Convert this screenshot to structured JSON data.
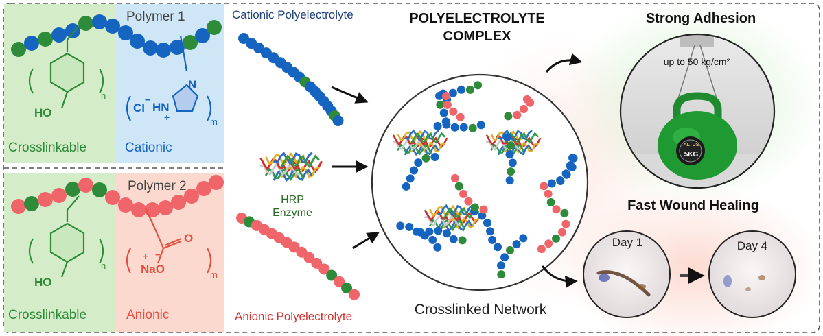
{
  "polymer1": {
    "title": "Polymer 1",
    "crosslinkable_label": "Crosslinkable",
    "cationic_label": "Cationic",
    "chem": {
      "ho": "HO",
      "n": "n",
      "cl": "Cl",
      "minus": "−",
      "hn": "HN",
      "plus": "+",
      "n_atom": "N",
      "m": "m"
    }
  },
  "polymer2": {
    "title": "Polymer 2",
    "crosslinkable_label": "Crosslinkable",
    "anionic_label": "Anionic",
    "chem": {
      "ho": "HO",
      "n": "n",
      "o": "O",
      "nao": "NaO",
      "plus": "+",
      "minus": "−",
      "m": "m"
    }
  },
  "middle": {
    "cationic_polyelectrolyte": "Cationic Polyelectrolyte",
    "anionic_polyelectrolyte": "Anionic Polyelectrolyte",
    "hrp_line1": "HRP",
    "hrp_line2": "Enzyme"
  },
  "complex": {
    "title_line1": "POLYELECTROLYTE",
    "title_line2": "COMPLEX",
    "caption": "Crosslinked Network"
  },
  "adhesion": {
    "title": "Strong Adhesion",
    "note": "up to 50 kg/cm²",
    "kettlebell_brand": "ALTUS",
    "kettlebell_weight": "5KG"
  },
  "healing": {
    "title": "Fast Wound Healing",
    "day1": "Day 1",
    "day4": "Day 4"
  },
  "colors": {
    "cationic_blue": "#1565c0",
    "crosslink_green": "#2e8b3a",
    "anionic_red": "#f0656a",
    "panel_green": "#d5ecc8",
    "panel_blue": "#cfe6f7",
    "panel_red": "#fbd9cf"
  }
}
